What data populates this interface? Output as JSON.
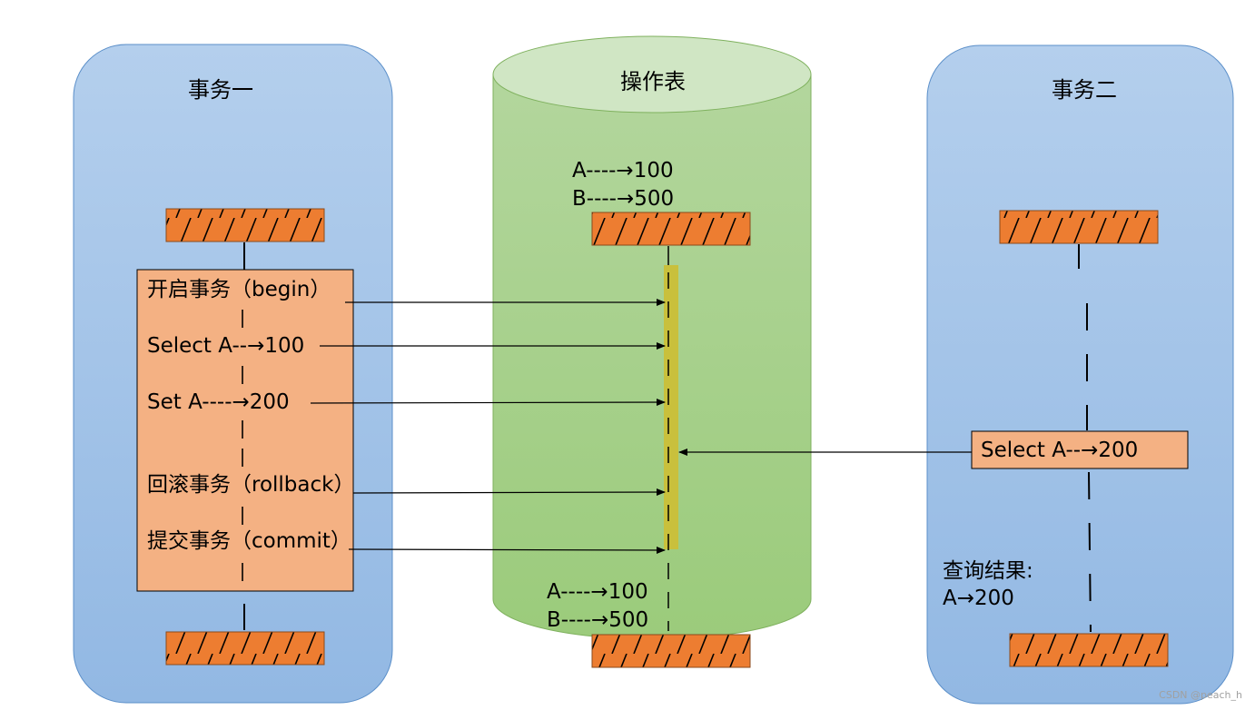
{
  "transaction_one": {
    "title": "事务一",
    "steps": [
      "开启事务（begin）",
      "Select A--→100",
      "Set A----→200",
      "回滚事务（rollback）",
      "提交事务（commit）"
    ]
  },
  "table": {
    "title": "操作表",
    "initial": [
      "A----→100",
      "B----→500"
    ],
    "final": [
      "A----→100",
      "B----→500"
    ]
  },
  "transaction_two": {
    "title": "事务二",
    "step": "Select A--→200",
    "result_label": "查询结果:",
    "result_value": "A→200"
  },
  "watermark": "CSDN @peach_h",
  "colors": {
    "panel": "#9fc2e6",
    "cylinder": "#a9d18e",
    "cylinder_top": "#d0e6c4",
    "lock_block": "#ed7d31",
    "step_box": "#f4b183",
    "highlight_bar": "#c9c03c"
  }
}
